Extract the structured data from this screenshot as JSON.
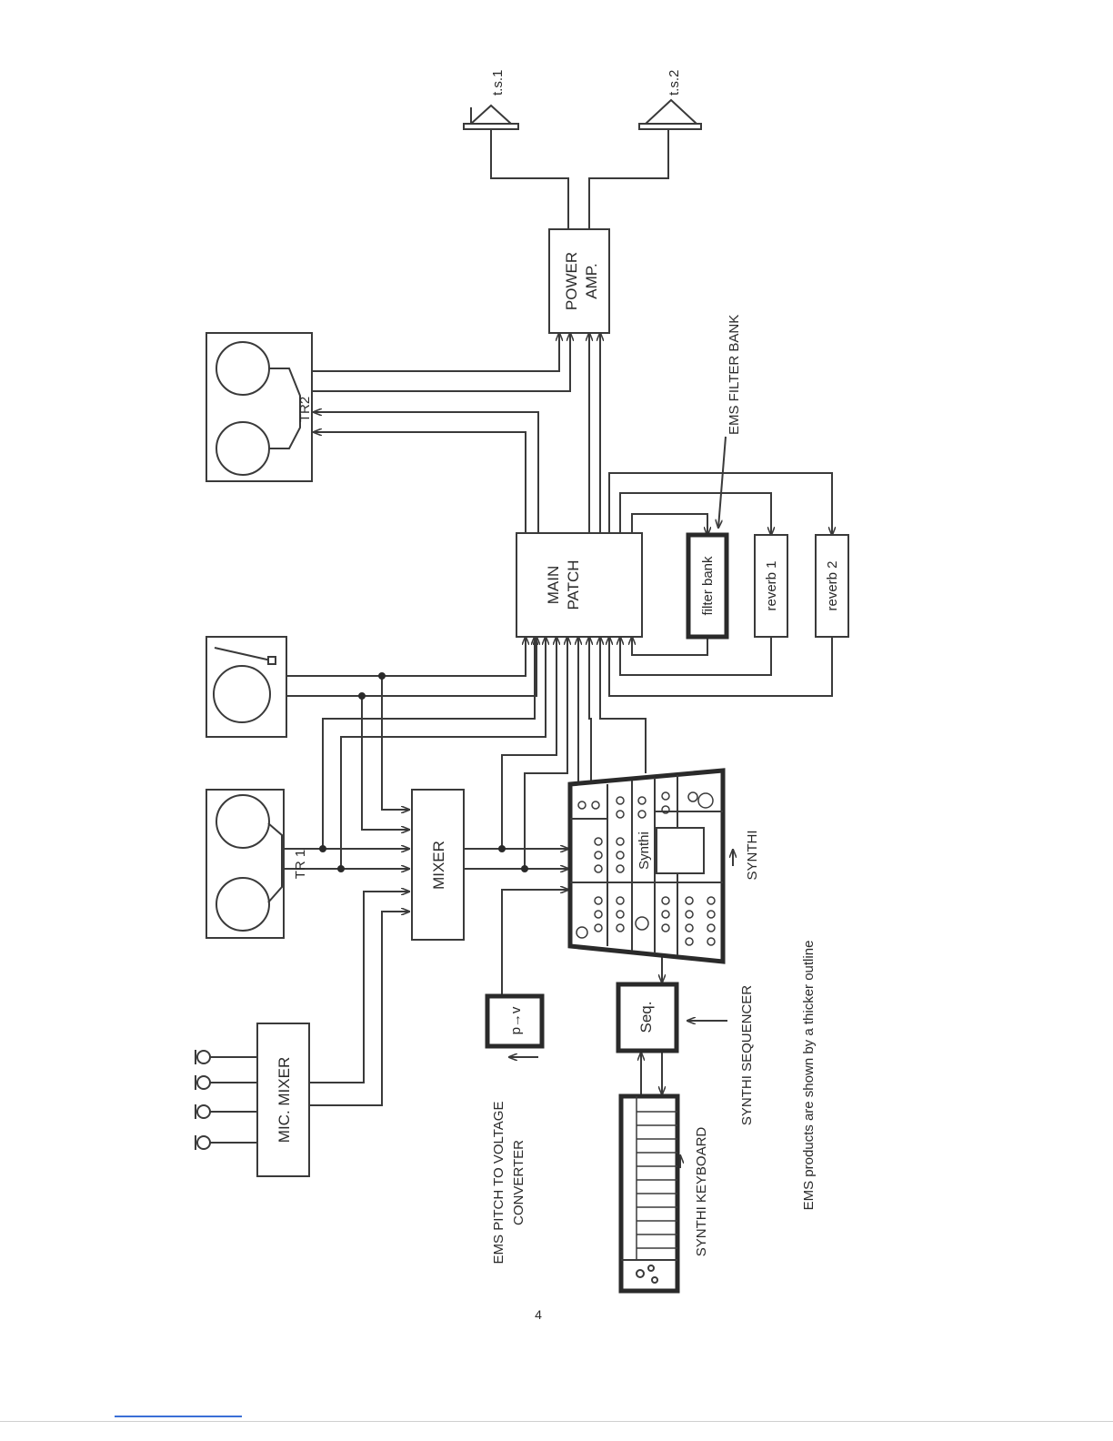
{
  "labels": {
    "mic_mixer": "MIC. MIXER",
    "mixer": "MIXER",
    "tr1": "TR 1",
    "tr2": "TR2",
    "main_patch_1": "MAIN",
    "main_patch_2": "PATCH",
    "power_amp_1": "POWER",
    "power_amp_2": "AMP.",
    "ts1": "t.s.1",
    "ts2": "t.s.2",
    "filter_bank": "filter bank",
    "ems_filter_bank": "EMS FILTER BANK",
    "reverb1": "reverb 1",
    "reverb2": "reverb 2",
    "synthi_panel": "Synthi",
    "synthi": "SYNTHI",
    "seq": "Seq.",
    "synthi_sequencer": "SYNTHI SEQUENCER",
    "pv": "p→v",
    "pitch_converter_1": "EMS PITCH TO VOLTAGE",
    "pitch_converter_2": "CONVERTER",
    "synthi_keyboard": "SYNTHI KEYBOARD",
    "note": "EMS products are shown by a thicker outline"
  },
  "page_number": "4",
  "colors": {
    "ink": "#2a2a2a",
    "link": "#3b6fd6"
  }
}
